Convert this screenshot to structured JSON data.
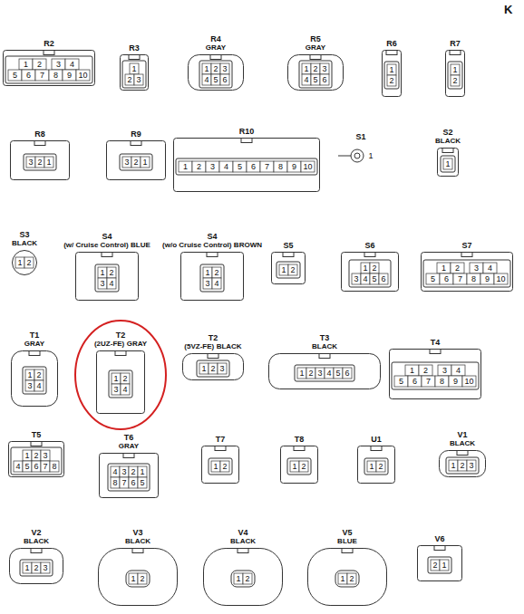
{
  "diagram": {
    "nodes": [
      {
        "text": [
          "R2",
          "1",
          "2",
          "3",
          "4",
          "5",
          "6",
          "7",
          "8",
          "9",
          "10"
        ]
      },
      {
        "text": [
          "R3",
          "1",
          "2",
          "3"
        ]
      },
      {
        "text": [
          "R4",
          "GRAY",
          "1",
          "2",
          "3",
          "4",
          "5",
          "6"
        ]
      },
      {
        "text": [
          "R5",
          "GRAY",
          "1",
          "2",
          "3",
          "4",
          "5",
          "6"
        ]
      },
      {
        "text": [
          "R6",
          "1",
          "2"
        ]
      },
      {
        "text": [
          "R7",
          "1",
          "2"
        ]
      },
      {
        "text": [
          "R8",
          "3",
          "2",
          "1"
        ]
      },
      {
        "text": [
          "R9",
          "3",
          "2",
          "1"
        ]
      },
      {
        "text": [
          "R10",
          "1",
          "2",
          "3",
          "4",
          "5",
          "6",
          "7",
          "8",
          "9",
          "10"
        ]
      },
      {
        "text": [
          "S1",
          "1"
        ]
      },
      {
        "text": [
          "S2",
          "BLACK",
          "1"
        ]
      },
      {
        "text": [
          "S3",
          "BLACK",
          "1",
          "2"
        ]
      },
      {
        "text": [
          "S4",
          "(w/ Cruise Control)",
          "BLUE",
          "1",
          "2",
          "3",
          "4"
        ]
      },
      {
        "text": [
          "S4",
          "(w/o Cruise Control)",
          "BROWN",
          "1",
          "2",
          "3",
          "4"
        ]
      },
      {
        "text": [
          "S5",
          "1",
          "2"
        ]
      },
      {
        "text": [
          "S6",
          "1",
          "2",
          "3",
          "4",
          "5",
          "6"
        ]
      },
      {
        "text": [
          "S7",
          "1",
          "2",
          "3",
          "4",
          "5",
          "6",
          "7",
          "8",
          "9",
          "10"
        ]
      },
      {
        "text": [
          "T1",
          "GRAY",
          "1",
          "2",
          "3",
          "4"
        ]
      },
      {
        "text": [
          "T2",
          "(2UZ-FE)",
          "GRAY",
          "1",
          "2",
          "3",
          "4"
        ]
      },
      {
        "text": [
          "T2",
          "(5VZ-FE)",
          "BLACK",
          "1",
          "2",
          "3"
        ]
      },
      {
        "text": [
          "T3",
          "BLACK",
          "1",
          "2",
          "3",
          "4",
          "5",
          "6"
        ]
      },
      {
        "text": [
          "T4",
          "1",
          "2",
          "3",
          "4",
          "5",
          "6",
          "7",
          "8",
          "9",
          "10"
        ]
      },
      {
        "text": [
          "T5",
          "1",
          "2",
          "3",
          "4",
          "5",
          "6",
          "7",
          "8"
        ]
      },
      {
        "text": [
          "T6",
          "GRAY",
          "4",
          "3",
          "2",
          "1",
          "8",
          "7",
          "6",
          "5"
        ]
      },
      {
        "text": [
          "T7",
          "1",
          "2"
        ]
      },
      {
        "text": [
          "T8",
          "1",
          "2"
        ]
      },
      {
        "text": [
          "U1",
          "1",
          "2"
        ]
      },
      {
        "text": [
          "V1",
          "BLACK",
          "1",
          "2",
          "3"
        ]
      },
      {
        "text": [
          "V2",
          "BLACK",
          "1",
          "2",
          "3"
        ]
      },
      {
        "text": [
          "V3",
          "BLACK",
          "1",
          "2"
        ]
      },
      {
        "text": [
          "V4",
          "BLACK",
          "1",
          "2"
        ]
      },
      {
        "text": [
          "V5",
          "BLUE",
          "1",
          "2"
        ]
      },
      {
        "text": [
          "V6",
          "2",
          "1"
        ]
      }
    ],
    "labels": [
      "K"
    ]
  }
}
